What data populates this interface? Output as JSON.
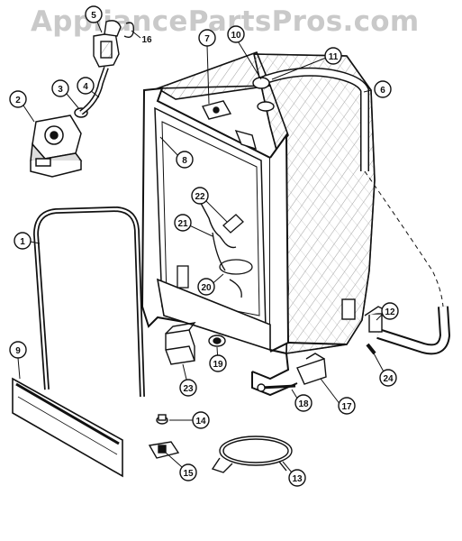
{
  "watermark": "AppliancePartsPros.com",
  "callouts": [
    {
      "id": "1",
      "label": "1"
    },
    {
      "id": "2",
      "label": "2"
    },
    {
      "id": "3",
      "label": "3"
    },
    {
      "id": "4",
      "label": "4"
    },
    {
      "id": "5",
      "label": "5"
    },
    {
      "id": "6",
      "label": "6"
    },
    {
      "id": "7",
      "label": "7"
    },
    {
      "id": "8",
      "label": "8"
    },
    {
      "id": "9",
      "label": "9"
    },
    {
      "id": "10",
      "label": "10"
    },
    {
      "id": "11",
      "label": "11"
    },
    {
      "id": "12",
      "label": "12"
    },
    {
      "id": "13",
      "label": "13"
    },
    {
      "id": "14",
      "label": "14"
    },
    {
      "id": "15",
      "label": "15"
    },
    {
      "id": "16",
      "label": "16"
    },
    {
      "id": "17",
      "label": "17"
    },
    {
      "id": "18",
      "label": "18"
    },
    {
      "id": "19",
      "label": "19"
    },
    {
      "id": "20",
      "label": "20"
    },
    {
      "id": "21",
      "label": "21"
    },
    {
      "id": "22",
      "label": "22"
    },
    {
      "id": "23",
      "label": "23"
    },
    {
      "id": "24",
      "label": "24"
    }
  ]
}
